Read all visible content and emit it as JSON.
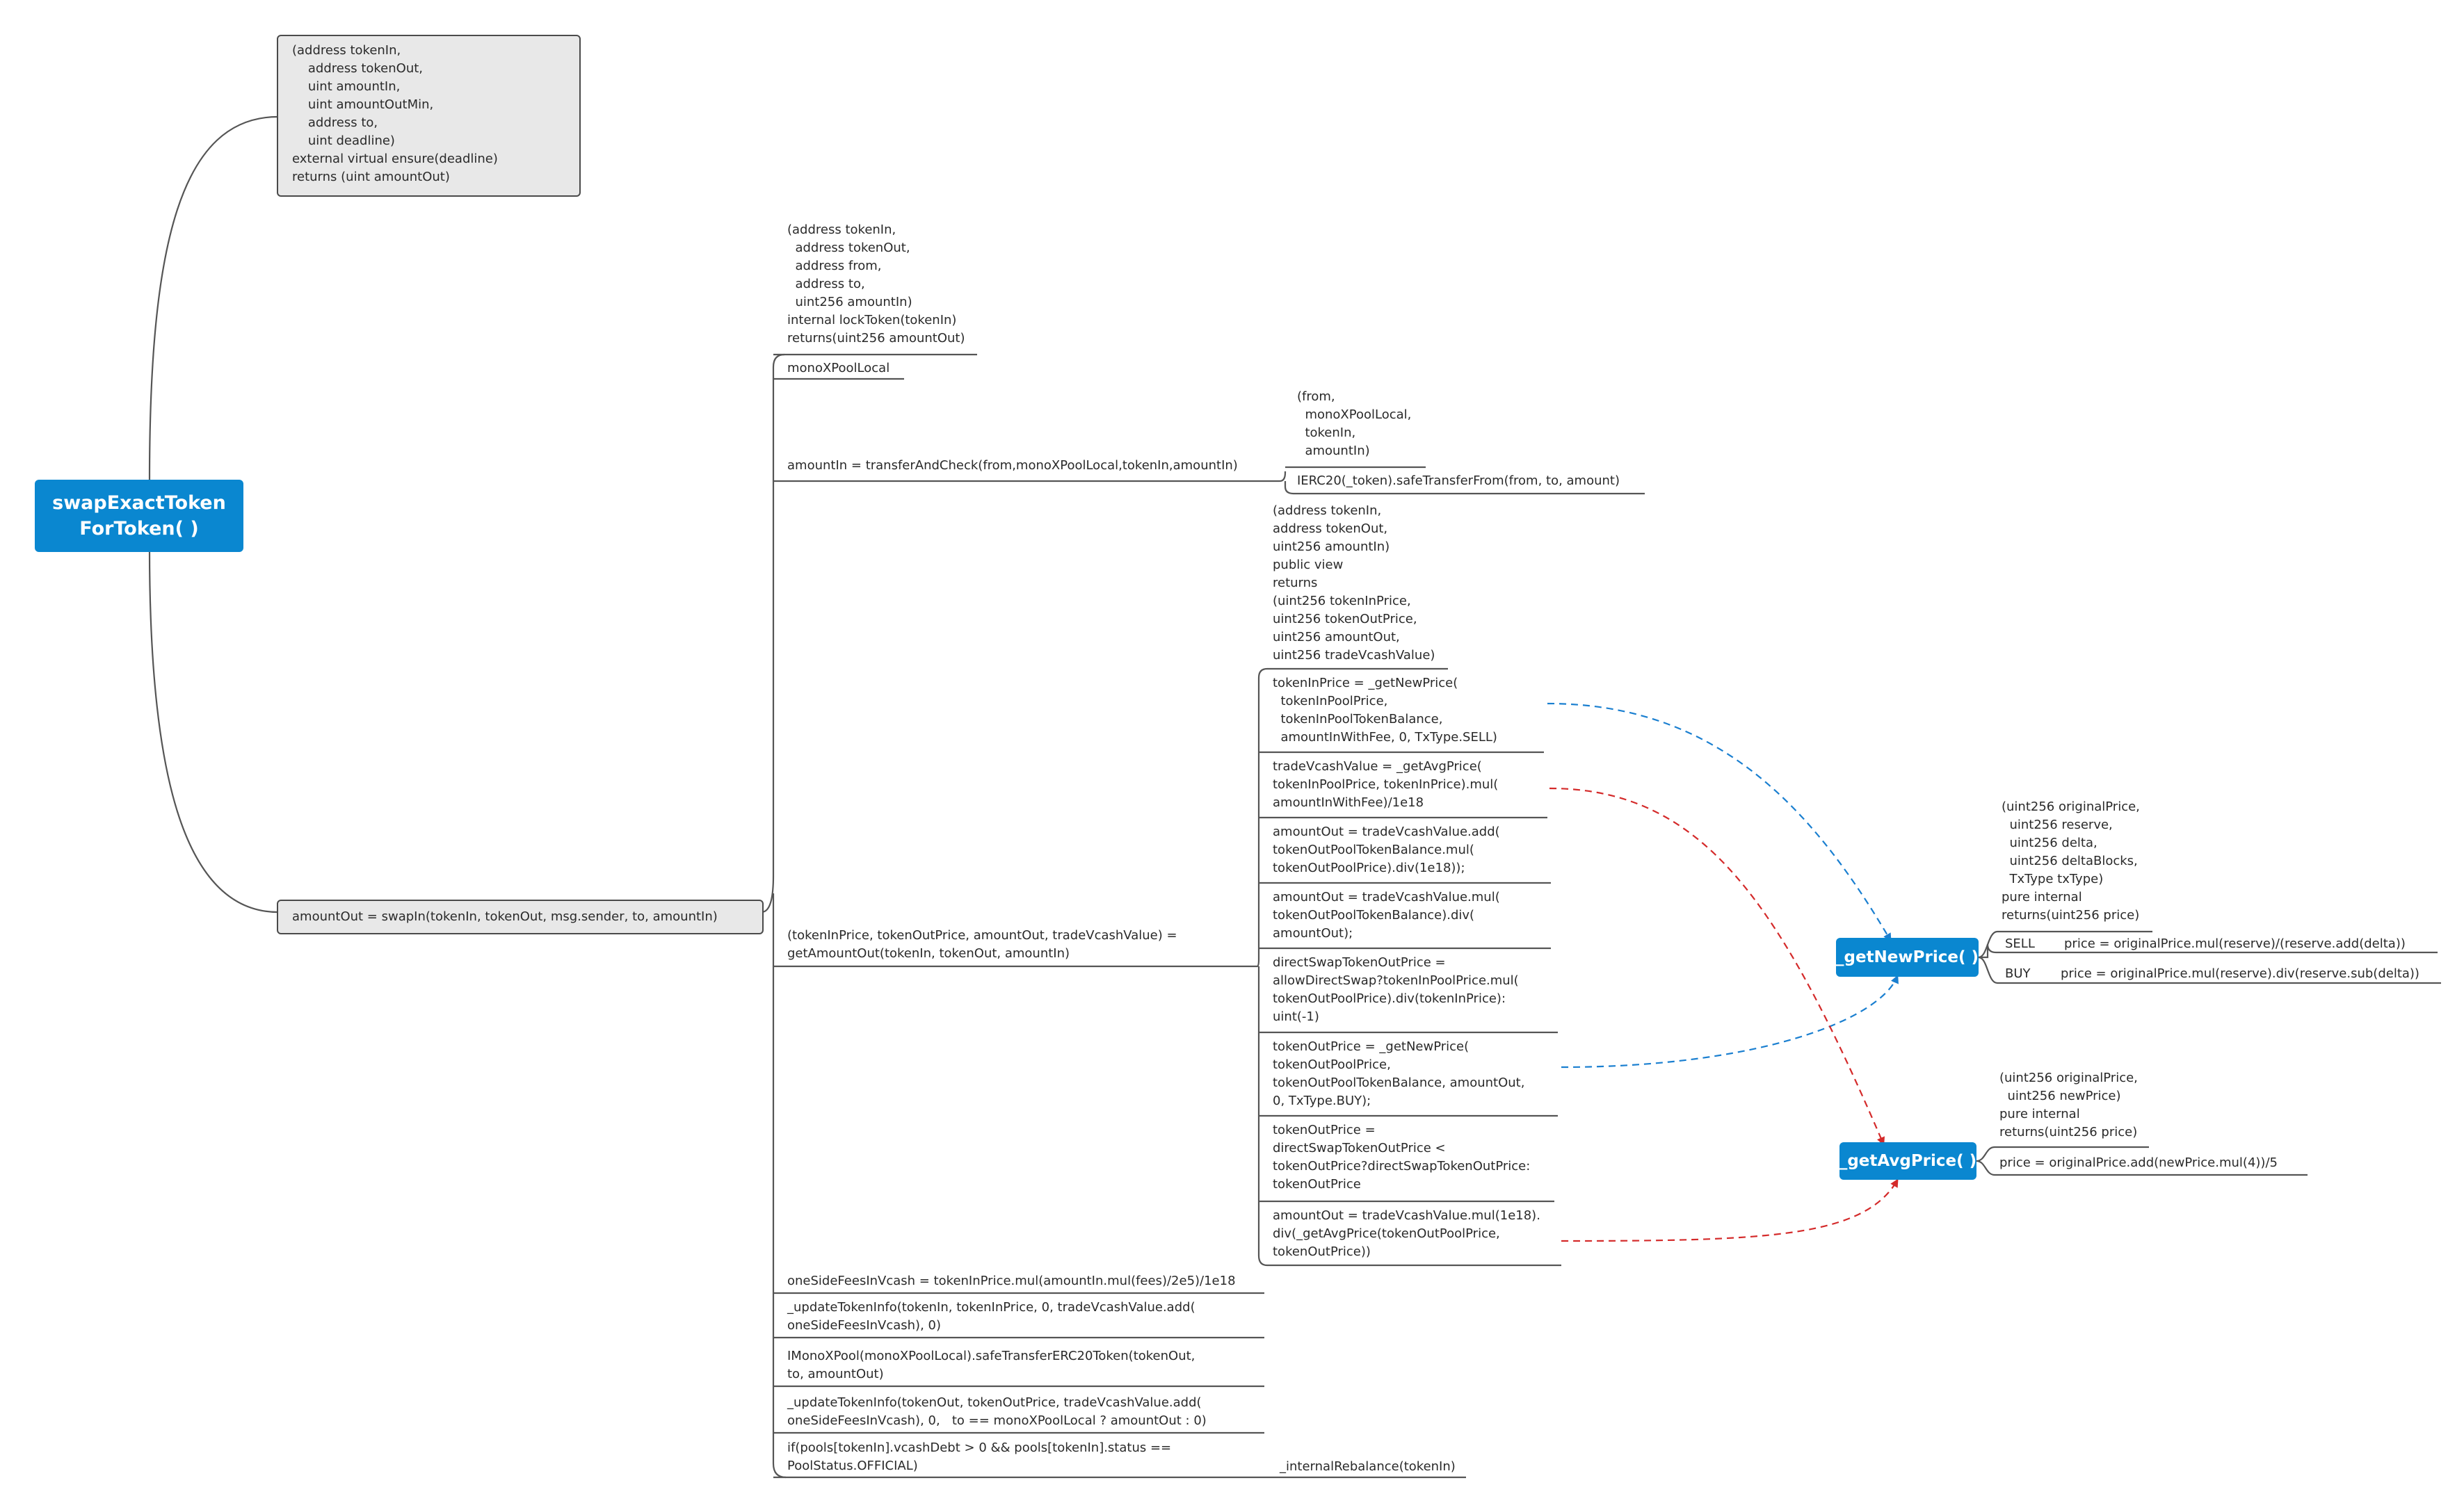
{
  "central": {
    "label": "swapExactToken\nForToken( )"
  },
  "signature": {
    "text": "(address tokenIn,\n    address tokenOut,\n    uint amountIn,\n    uint amountOutMin,\n    address to,\n    uint deadline)\nexternal virtual ensure(deadline)\nreturns (uint amountOut)"
  },
  "swap_in": {
    "label": "amountOut = swapIn(tokenIn, tokenOut, msg.sender, to, amountIn)",
    "signature": "(address tokenIn,\n  address tokenOut,\n  address from,\n  address to,\n  uint256 amountIn)\ninternal lockToken(tokenIn)\nreturns(uint256 amountOut)",
    "pool_local": "monoXPoolLocal",
    "transfer_line": "amountIn = transferAndCheck(from,monoXPoolLocal,tokenIn,amountIn)",
    "transfer_args": "(from,\n  monoXPoolLocal,\n  tokenIn,\n  amountIn)",
    "safe_transfer": "IERC20(_token).safeTransferFrom(from, to, amount)",
    "get_amount_out": "(tokenInPrice, tokenOutPrice, amountOut, tradeVcashValue) =\ngetAmountOut(tokenIn, tokenOut, amountIn)",
    "fees_line": "oneSideFeesInVcash = tokenInPrice.mul(amountIn.mul(fees)/2e5)/1e18",
    "update_in": "_updateTokenInfo(tokenIn, tokenInPrice, 0, tradeVcashValue.add(\noneSideFeesInVcash), 0)",
    "pool_transfer": "IMonoXPool(monoXPoolLocal).safeTransferERC20Token(tokenOut,\nto, amountOut)",
    "update_out": "_updateTokenInfo(tokenOut, tokenOutPrice, tradeVcashValue.add(\noneSideFeesInVcash), 0,   to == monoXPoolLocal ? amountOut : 0)",
    "rebalance_cond": "if(pools[tokenIn].vcashDebt > 0 && pools[tokenIn].status ==\nPoolStatus.OFFICIAL)",
    "rebalance_call": "_internalRebalance(tokenIn)"
  },
  "get_amount_out": {
    "signature": "(address tokenIn,\naddress tokenOut,\nuint256 amountIn)\npublic view\nreturns\n(uint256 tokenInPrice,\nuint256 tokenOutPrice,\nuint256 amountOut,\nuint256 tradeVcashValue)",
    "steps": [
      "tokenInPrice = _getNewPrice(\n  tokenInPoolPrice,\n  tokenInPoolTokenBalance,\n  amountInWithFee, 0, TxType.SELL)",
      "tradeVcashValue = _getAvgPrice(\ntokenInPoolPrice, tokenInPrice).mul(\namountInWithFee)/1e18",
      "amountOut = tradeVcashValue.add(\ntokenOutPoolTokenBalance.mul(\ntokenOutPoolPrice).div(1e18));",
      "amountOut = tradeVcashValue.mul(\ntokenOutPoolTokenBalance).div(\namountOut);",
      "directSwapTokenOutPrice =\nallowDirectSwap?tokenInPoolPrice.mul(\ntokenOutPoolPrice).div(tokenInPrice):\nuint(-1)",
      "tokenOutPrice = _getNewPrice(\ntokenOutPoolPrice,\ntokenOutPoolTokenBalance, amountOut,\n0, TxType.BUY);",
      "tokenOutPrice =\ndirectSwapTokenOutPrice <\ntokenOutPrice?directSwapTokenOutPrice:\ntokenOutPrice",
      "amountOut = tradeVcashValue.mul(1e18).\ndiv(_getAvgPrice(tokenOutPoolPrice,\ntokenOutPrice))"
    ]
  },
  "get_new_price": {
    "label": "_getNewPrice( )",
    "signature": "(uint256 originalPrice,\n  uint256 reserve,\n  uint256 delta,\n  uint256 deltaBlocks,\n  TxType txType)\npure internal\nreturns(uint256 price)",
    "sell_label": "SELL",
    "sell_formula": "price = originalPrice.mul(reserve)/(reserve.add(delta))",
    "buy_label": "BUY",
    "buy_formula": "price = originalPrice.mul(reserve).div(reserve.sub(delta))"
  },
  "get_avg_price": {
    "label": "_getAvgPrice( )",
    "signature": "(uint256 originalPrice,\n  uint256 newPrice)\npure internal\nreturns(uint256 price)",
    "formula": "price = originalPrice.add(newPrice.mul(4))/5"
  },
  "colors": {
    "topic_fill": "#0a87d0",
    "branch_line": "#555555",
    "new_price_link": "#1a7fd0",
    "avg_price_link": "#d42a2a",
    "boxed_fill": "#e8e8e8"
  }
}
